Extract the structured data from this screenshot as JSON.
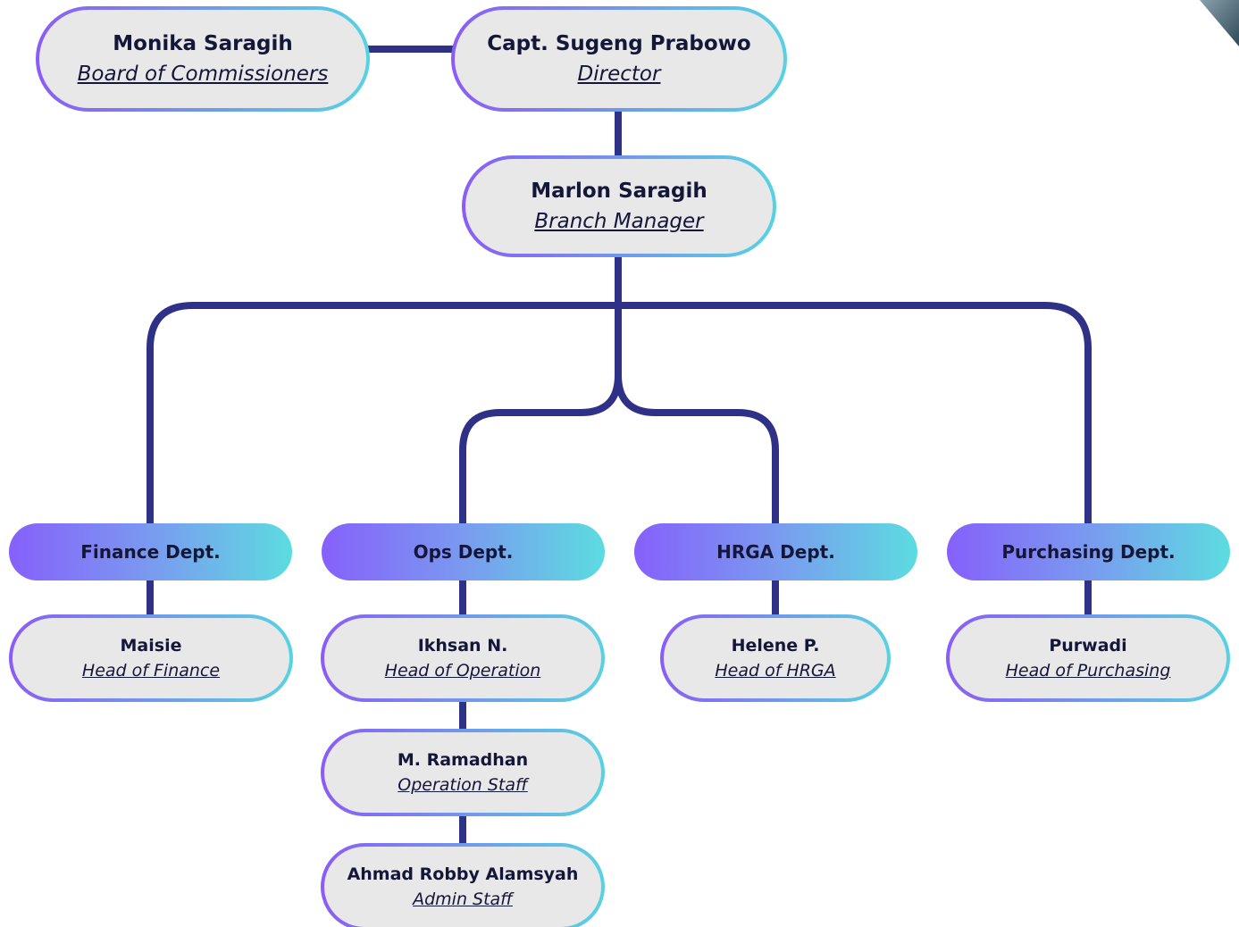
{
  "top": {
    "commissioner": {
      "name": "Monika Saragih",
      "role": "Board of Commissioners"
    },
    "director": {
      "name": "Capt. Sugeng Prabowo",
      "role": "Director"
    },
    "branch_manager": {
      "name": "Marlon Saragih",
      "role": "Branch Manager"
    }
  },
  "departments": [
    {
      "label": "Finance Dept.",
      "staff": [
        {
          "name": "Maisie",
          "role": "Head of Finance"
        }
      ]
    },
    {
      "label": "Ops Dept.",
      "staff": [
        {
          "name": "Ikhsan N.",
          "role": "Head of Operation"
        },
        {
          "name": "M. Ramadhan",
          "role": "Operation Staff"
        },
        {
          "name": "Ahmad Robby Alamsyah",
          "role": "Admin Staff"
        }
      ]
    },
    {
      "label": "HRGA Dept.",
      "staff": [
        {
          "name": "Helene P.",
          "role": "Head of HRGA"
        }
      ]
    },
    {
      "label": "Purchasing Dept.",
      "staff": [
        {
          "name": "Purwadi",
          "role": "Head of Purchasing"
        }
      ]
    }
  ],
  "colors": {
    "connector": "#2e3185",
    "node_fill": "#e8e8e8",
    "gradient_start": "#8b5cf6",
    "gradient_end": "#57d3e2",
    "text": "#14163a"
  }
}
